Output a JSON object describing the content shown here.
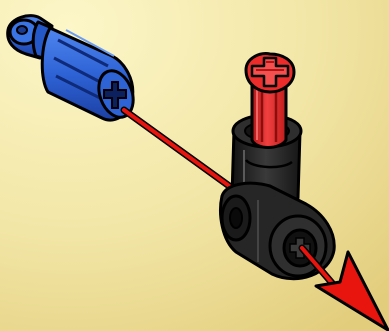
{
  "illustration": {
    "colors": {
      "background_light": "#FCF6C8",
      "background_dark": "#E2CD7C",
      "blue_part": "#2E63D6",
      "blue_part_dark": "#1C40A4",
      "red_part": "#EC2B2B",
      "red_part_dark": "#B01616",
      "connector": "#2B2B2B",
      "connector_dark": "#121212",
      "arrow": "#E8140E",
      "outline": "#000000"
    },
    "parts": [
      {
        "name": "blue-pin-connector",
        "color": "blue"
      },
      {
        "name": "red-cross-axle",
        "color": "red"
      },
      {
        "name": "black-connector-block",
        "color": "black"
      }
    ],
    "arrows": [
      {
        "name": "assembly-arrow-in"
      },
      {
        "name": "assembly-arrow-out"
      }
    ]
  }
}
